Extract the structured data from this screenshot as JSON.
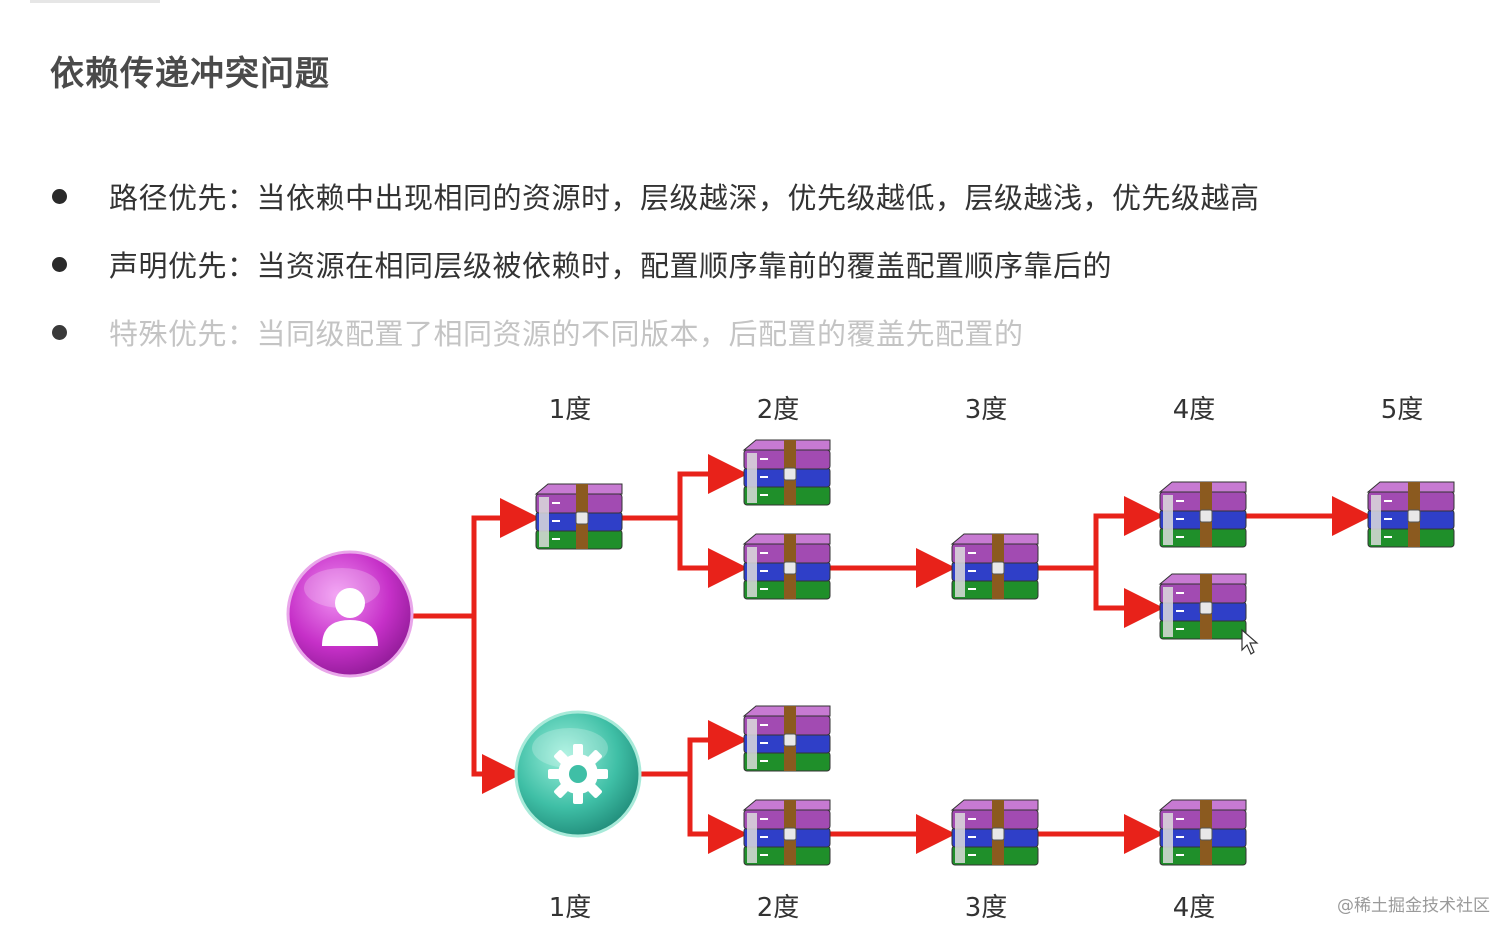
{
  "title": "依赖传递冲突问题",
  "bullets": [
    {
      "text": "路径优先：当依赖中出现相同的资源时，层级越深，优先级越低，层级越浅，优先级越高"
    },
    {
      "text": "声明优先：当资源在相同层级被依赖时，配置顺序靠前的覆盖配置顺序靠后的"
    },
    {
      "text": "特殊优先：当同级配置了相同资源的不同版本，后配置的覆盖先配置的"
    }
  ],
  "diagram": {
    "top_levels": [
      "1度",
      "2度",
      "3度",
      "4度",
      "5度"
    ],
    "bottom_levels": [
      "1度",
      "2度",
      "3度",
      "4度"
    ],
    "nodes": {
      "user": {
        "icon": "user-icon"
      },
      "module": {
        "icon": "gear-icon"
      },
      "package": {
        "icon": "archive-icon"
      }
    },
    "colors": {
      "arrow": "#e8221a",
      "user_circle": "#c630c8",
      "module_circle": "#3fbfa6",
      "book_purple": "#a24bb2",
      "book_blue": "#2f3fc8",
      "book_green": "#1f8f2a",
      "strap": "#8b5a1f"
    }
  },
  "watermark": "@稀土掘金技术社区"
}
